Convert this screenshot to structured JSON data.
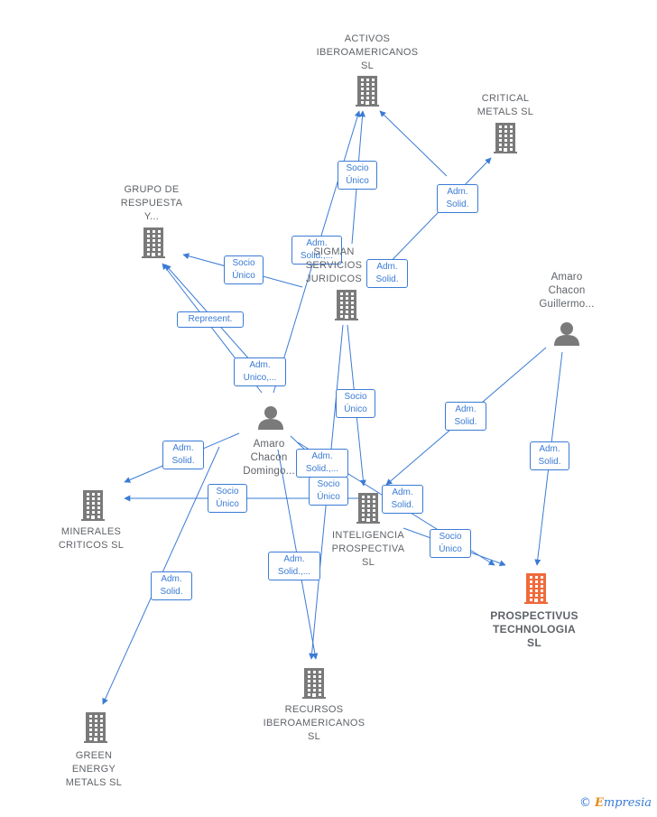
{
  "colors": {
    "edge": "#3a7bd5",
    "company_icon": "#7a7a7a",
    "main_icon": "#f06a3c",
    "person_icon": "#7a7a7a",
    "label": "#5f6368"
  },
  "nodes": [
    {
      "id": "activos",
      "kind": "company",
      "name_lines": [
        "ACTIVOS",
        "IBEROAMERICANOS",
        "SL"
      ],
      "icon": "building-icon"
    },
    {
      "id": "critical",
      "kind": "company",
      "name_lines": [
        "CRITICAL",
        "METALS  SL"
      ],
      "icon": "building-icon"
    },
    {
      "id": "grupo",
      "kind": "company",
      "name_lines": [
        "GRUPO DE",
        "RESPUESTA",
        "Y..."
      ],
      "icon": "building-icon"
    },
    {
      "id": "sigman",
      "kind": "company",
      "name_lines": [
        "SIGMAN",
        "SERVICIOS",
        "JURIDICOS"
      ],
      "icon": "building-icon"
    },
    {
      "id": "guillermo",
      "kind": "person",
      "name_lines": [
        "Amaro",
        "Chacon",
        "Guillermo..."
      ],
      "icon": "person-icon"
    },
    {
      "id": "domingo",
      "kind": "person",
      "name_lines": [
        "Amaro",
        "Chacon",
        "Domingo..."
      ],
      "icon": "person-icon"
    },
    {
      "id": "minerales",
      "kind": "company",
      "name_lines": [
        "MINERALES",
        "CRITICOS  SL"
      ],
      "icon": "building-icon"
    },
    {
      "id": "inteligencia",
      "kind": "company",
      "name_lines": [
        "INTELIGENCIA",
        "PROSPECTIVA",
        "SL"
      ],
      "icon": "building-icon"
    },
    {
      "id": "prospectivus",
      "kind": "main",
      "name_lines": [
        "PROSPECTIVUS",
        "TECHNOLOGIA",
        "SL"
      ],
      "icon": "building-icon"
    },
    {
      "id": "recursos",
      "kind": "company",
      "name_lines": [
        "RECURSOS",
        "IBEROAMERICANOS",
        "SL"
      ],
      "icon": "building-icon"
    },
    {
      "id": "green",
      "kind": "company",
      "name_lines": [
        "GREEN",
        "ENERGY",
        "METALS  SL"
      ],
      "icon": "building-icon"
    }
  ],
  "edges": [
    {
      "from": "sigman",
      "to": "activos",
      "label_lines": [
        "Socio",
        "Único"
      ]
    },
    {
      "from": "domingo",
      "to": "activos",
      "label_lines": [
        "Adm.",
        "Solid.,..."
      ]
    },
    {
      "from": "guillermo",
      "to": "activos",
      "label_lines": [
        "Adm.",
        "Solid."
      ]
    },
    {
      "from": "domingo",
      "to": "critical",
      "label_lines": [
        "Adm.",
        "Solid."
      ]
    },
    {
      "from": "sigman",
      "to": "grupo",
      "label_lines": [
        "Socio",
        "Único"
      ]
    },
    {
      "from": "domingo",
      "to": "grupo",
      "label_lines": [
        "Represent."
      ]
    },
    {
      "from": "domingo",
      "to": "grupo",
      "label_lines": [
        "Adm.",
        "Unico,..."
      ]
    },
    {
      "from": "sigman",
      "to": "inteligencia",
      "label_lines": [
        "Socio",
        "Único"
      ]
    },
    {
      "from": "guillermo",
      "to": "inteligencia",
      "label_lines": [
        "Adm.",
        "Solid."
      ]
    },
    {
      "from": "guillermo",
      "to": "prospectivus",
      "label_lines": [
        "Adm.",
        "Solid."
      ]
    },
    {
      "from": "domingo",
      "to": "minerales",
      "label_lines": [
        "Adm.",
        "Solid."
      ]
    },
    {
      "from": "inteligencia",
      "to": "minerales",
      "label_lines": [
        "Socio",
        "Único"
      ]
    },
    {
      "from": "domingo",
      "to": "inteligencia",
      "label_lines": [
        "Adm.",
        "Solid.,..."
      ]
    },
    {
      "from": "domingo",
      "to": "prospectivus",
      "label_lines": [
        "Adm.",
        "Solid."
      ]
    },
    {
      "from": "inteligencia",
      "to": "prospectivus",
      "label_lines": [
        "Socio",
        "Único"
      ]
    },
    {
      "from": "sigman",
      "to": "recursos",
      "label_lines": [
        "Socio",
        "Único"
      ]
    },
    {
      "from": "domingo",
      "to": "recursos",
      "label_lines": [
        "Adm.",
        "Solid.,..."
      ]
    },
    {
      "from": "domingo",
      "to": "green",
      "label_lines": [
        "Adm.",
        "Solid."
      ]
    }
  ],
  "footer": {
    "copyright_symbol": "©",
    "brand_first": "E",
    "brand_rest": "mpresia"
  }
}
